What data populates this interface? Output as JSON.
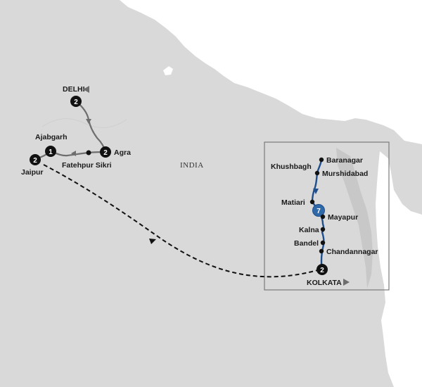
{
  "map": {
    "country_label": "INDIA",
    "colors": {
      "land": "#d9d9d9",
      "snow": "#ffffff",
      "coast": "#bdbdbd",
      "land_route": "#6e6e6e",
      "flight_route": "#111111",
      "river_route": "#1f4f8c",
      "cruise_badge": "#2f69a8",
      "badge": "#111111",
      "inset_border": "#7a7a7a"
    },
    "places": {
      "delhi": {
        "name": "DELHI",
        "nights": "2"
      },
      "agra": {
        "name": "Agra",
        "nights": "2"
      },
      "fatehpur_sikri": {
        "name": "Fatehpur Sikri"
      },
      "ajabgarh": {
        "name": "Ajabgarh",
        "nights": "1"
      },
      "jaipur": {
        "name": "Jaipur",
        "nights": "2"
      },
      "kolkata": {
        "name": "KOLKATA",
        "nights": "2"
      },
      "baranagar": {
        "name": "Baranagar"
      },
      "khushbagh": {
        "name": "Khushbagh"
      },
      "murshidabad": {
        "name": "Murshidabad"
      },
      "matiari": {
        "name": "Matiari"
      },
      "mayapur": {
        "name": "Mayapur"
      },
      "kalna": {
        "name": "Kalna"
      },
      "bandel": {
        "name": "Bandel"
      },
      "chandannagar": {
        "name": "Chandannagar"
      }
    },
    "cruise_nights": "7"
  }
}
